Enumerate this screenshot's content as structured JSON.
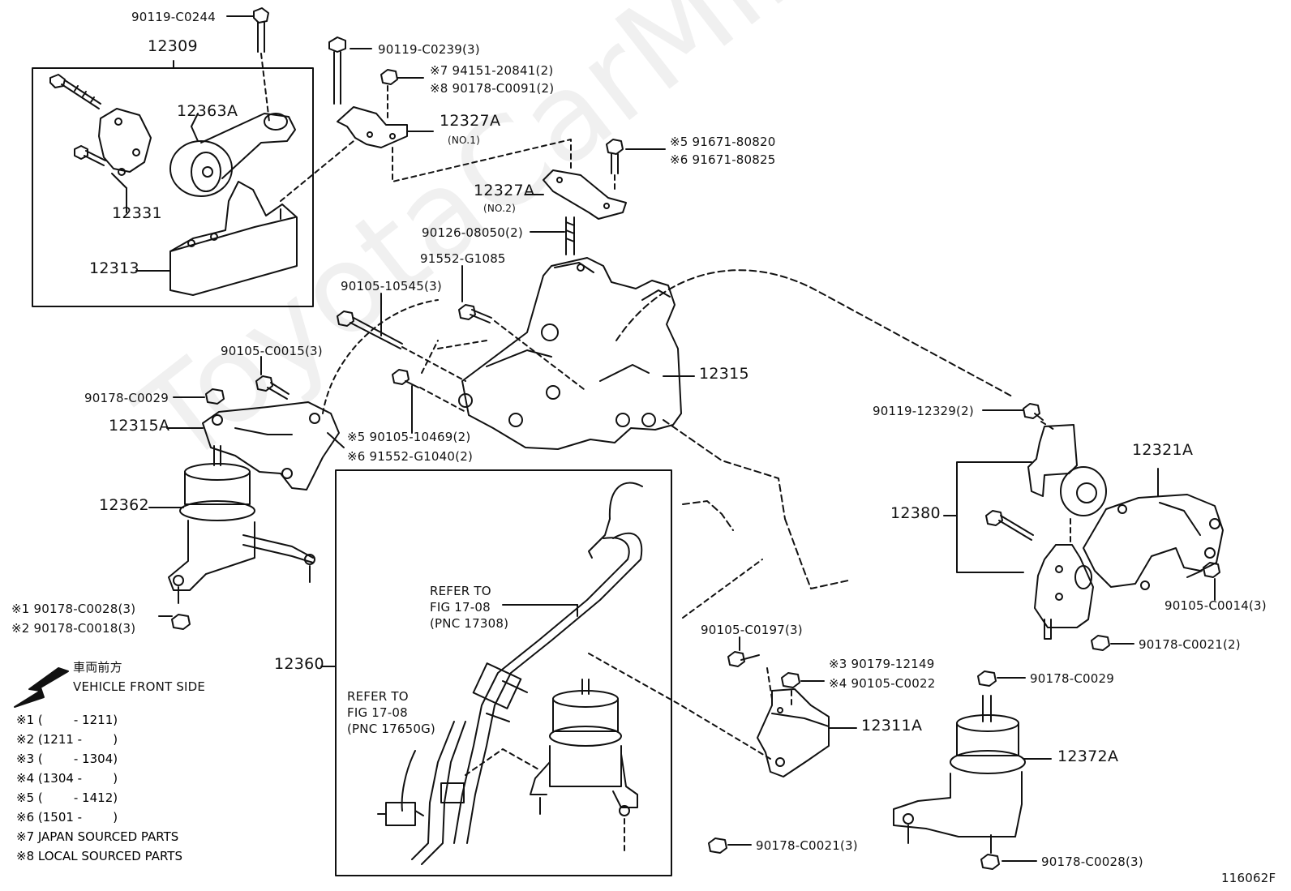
{
  "watermark": "ToyotaCarMine.ru",
  "parts": {
    "p12309": "12309",
    "p12363A": "12363A",
    "p12331": "12331",
    "p12313": "12313",
    "p12327A_1": "12327A",
    "p12327A_1_sub": "(NO.1)",
    "p12327A_2": "12327A",
    "p12327A_2_sub": "(NO.2)",
    "p12315": "12315",
    "p12315A": "12315A",
    "p12362": "12362",
    "p12360": "12360",
    "p12380": "12380",
    "p12321A": "12321A",
    "p12311A": "12311A",
    "p12372A": "12372A"
  },
  "fasteners": {
    "f1": "90119-C0244",
    "f2": "90119-C0239(3)",
    "f3": "※7 94151-20841(2)",
    "f4": "※8 90178-C0091(2)",
    "f5": "※5 91671-80820",
    "f6": "※6 91671-80825",
    "f7": "90126-08050(2)",
    "f8": "91552-G1085",
    "f9": "90105-10545(3)",
    "f10": "90105-C0015(3)",
    "f11": "90178-C0029",
    "f12": "※5 90105-10469(2)",
    "f13": "※6 91552-G1040(2)",
    "f14": "※1 90178-C0028(3)",
    "f15": "※2 90178-C0018(3)",
    "f16": "90119-12329(2)",
    "f17": "90105-C0014(3)",
    "f18": "90178-C0021(2)",
    "f19": "90105-C0197(3)",
    "f20": "※3 90179-12149",
    "f21": "※4 90105-C0022",
    "f22": "90178-C0029",
    "f23": "90178-C0021(3)",
    "f24": "90178-C0028(3)"
  },
  "refs": {
    "ref1_l1": "REFER TO",
    "ref1_l2": "FIG 17-08",
    "ref1_l3": "(PNC 17308)",
    "ref2_l1": "REFER TO",
    "ref2_l2": "FIG 17-08",
    "ref2_l3": "(PNC 17650G)"
  },
  "front": {
    "jp": "車両前方",
    "en": "VEHICLE FRONT SIDE"
  },
  "legend": [
    "※1 (        - 1211)",
    "※2 (1211 -        )",
    "※3 (        - 1304)",
    "※4 (1304 -        )",
    "※5 (        - 1412)",
    "※6 (1501 -        )",
    "※7 JAPAN SOURCED PARTS",
    "※8 LOCAL SOURCED PARTS"
  ],
  "figure_id": "116062F"
}
